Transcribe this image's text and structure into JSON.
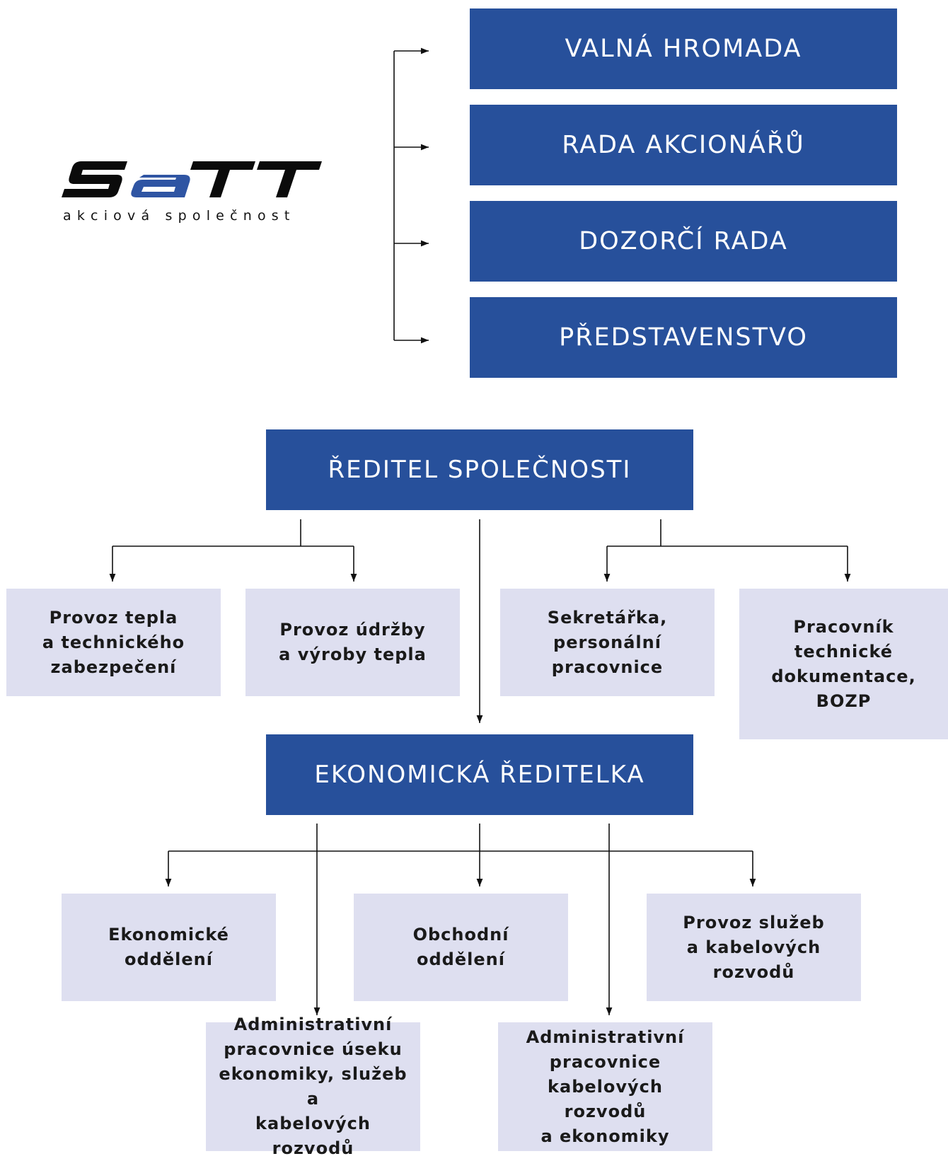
{
  "logo": {
    "name": "SATT",
    "subtitle": "akciová společnost"
  },
  "governance": [
    "VALNÁ HROMADA",
    "RADA AKCIONÁŘŮ",
    "DOZORČÍ RADA",
    "PŘEDSTAVENSTVO"
  ],
  "director": "ŘEDITEL SPOLEČNOSTI",
  "director_units": [
    "Provoz tepla\na technického\nzabezpečení",
    "Provoz údržby\na výroby tepla",
    "Sekretářka,\npersonální\npracovnice",
    "Pracovník\ntechnické\ndokumentace,\nBOZP"
  ],
  "economic_director": "EKONOMICKÁ ŘEDITELKA",
  "economic_units": [
    "Ekonomické\noddělení",
    "Obchodní\noddělení",
    "Provoz služeb\na kabelových\nrozvodů"
  ],
  "admin_units": [
    "Administrativní\npracovnice úseku\nekonomiky, služeb a\nkabelových rozvodů",
    "Administrativní\npracovnice\nkabelových rozvodů\na ekonomiky"
  ],
  "colors": {
    "box_blue": "#27509b",
    "box_light": "#dedff0",
    "line": "#111111"
  }
}
